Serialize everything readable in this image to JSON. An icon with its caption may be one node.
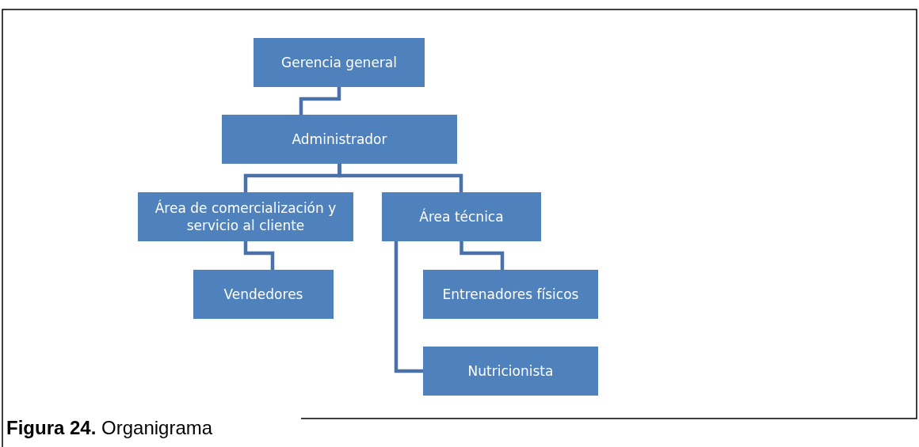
{
  "diagram": {
    "caption": "**Figura 24.** Organigrama",
    "nodes": [
      {
        "text": [
          "Gerencia general"
        ]
      },
      {
        "text": [
          "Administrador"
        ]
      },
      {
        "text": [
          "Área de comercialización y servicio al cliente"
        ]
      },
      {
        "text": [
          "Área técnica"
        ]
      },
      {
        "text": [
          "Vendedores"
        ]
      },
      {
        "text": [
          "Entrenadores físicos"
        ]
      },
      {
        "text": [
          "Nutricionista"
        ]
      }
    ],
    "edges": [
      {
        "from": 0,
        "to": 1,
        "arrow": "none"
      },
      {
        "from": 1,
        "to": 2,
        "arrow": "none"
      },
      {
        "from": 1,
        "to": 3,
        "arrow": "none"
      },
      {
        "from": 2,
        "to": 4,
        "arrow": "none"
      },
      {
        "from": 3,
        "to": 5,
        "arrow": "none"
      },
      {
        "from": 3,
        "to": 6,
        "arrow": "none"
      }
    ]
  }
}
